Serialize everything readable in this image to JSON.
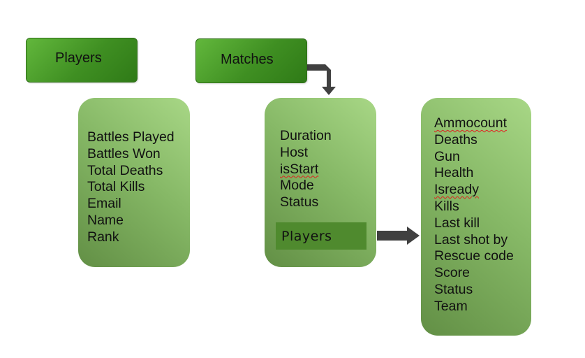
{
  "entities": {
    "players": {
      "title": "Players",
      "fields": [
        "Battles Played",
        "Battles Won",
        "Total Deaths",
        "Total Kills",
        "Email",
        "Name",
        "Rank"
      ]
    },
    "matches": {
      "title": "Matches",
      "fields": [
        "Duration",
        "Host",
        "isStart",
        "Mode",
        "Status"
      ],
      "nested_label": "Players"
    },
    "match_players": {
      "fields": [
        "Ammocount",
        "Deaths",
        "Gun",
        "Health",
        "Isready",
        "Kills",
        "Last kill",
        "Last shot by",
        "Rescue code",
        "Score",
        "Status",
        "Team"
      ]
    }
  },
  "colors": {
    "header_green": "#4a9e2a",
    "card_green": "#8cbf6a",
    "subbox_green": "#4f8a2e",
    "arrow": "#404040",
    "spell_underline": "#e02020"
  }
}
